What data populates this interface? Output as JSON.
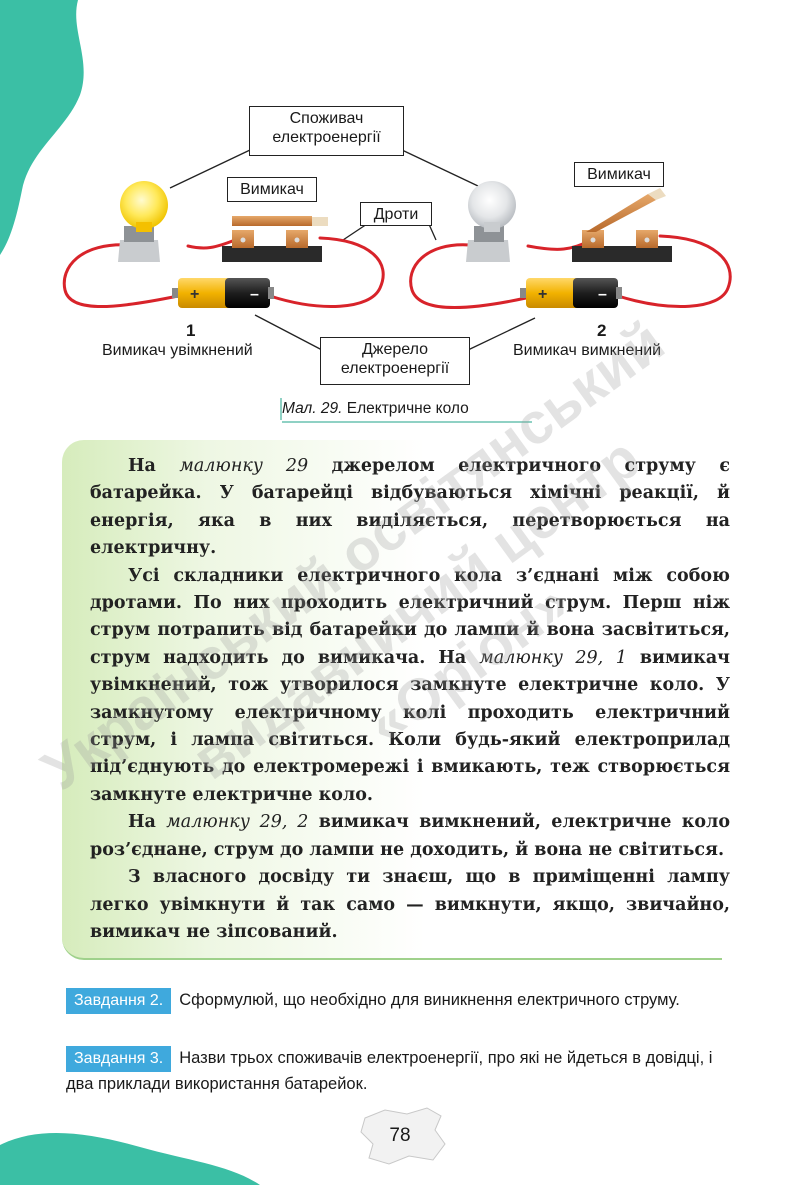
{
  "figure": {
    "labels": {
      "consumer": "Споживач\nелектроенергії",
      "switch_left": "Вимикач",
      "switch_right": "Вимикач",
      "wires": "Дроти",
      "source": "Джерело\nелектроенергії"
    },
    "circuit1": {
      "number": "1",
      "caption": "Вимикач увімкнений"
    },
    "circuit2": {
      "number": "2",
      "caption": "Вимикач вимкнений"
    },
    "battery_plus": "+",
    "battery_minus": "–",
    "caption_italic": "Мал. 29.",
    "caption_text": " Електричне коло"
  },
  "body": {
    "p1": {
      "a": "На ",
      "ref": "малюнку 29",
      "b": " джерелом електричного струму є батарейка. У батарейці відбуваються хімічні реакції, й енергія, яка в них виділяється, перетворюється на електричну."
    },
    "p2": {
      "a": "Усі складники електричного кола з’єднані між собою дротами. По них проходить електричний струм. Перш ніж струм потрапить від батарейки до лампи й вона засвітиться, струм надходить до вимикача. На ",
      "ref": "малюнку 29, 1",
      "b": " вимикач увімкнений, тож утворилося замкнуте електричне коло. У замкнутому електричному колі проходить електричний струм, і лампа світиться. Коли будь-який електроприлад під’єднують до електромережі і вмикають, теж створюється замкнуте електричне коло."
    },
    "p3": {
      "a": "На ",
      "ref": "малюнку 29, 2",
      "b": " вимикач вимкнений, електричне коло роз’єднане, струм до лампи не доходить, й вона не світиться."
    },
    "p4": {
      "a": "З власного досвіду ти знаєш, що в приміщенні лампу легко увімкнути й так само — вимкнути, якщо, звичайно, вимикач не зіпсований."
    }
  },
  "tasks": [
    {
      "tag": "Завдання 2.",
      "text": "Сформулюй, що необхідно для виникнення електричного струму."
    },
    {
      "tag": "Завдання 3.",
      "text": "Назви трьох споживачів електроенергії, про які не йдеться в довідці, і два приклади використання батарейок."
    }
  ],
  "watermark": {
    "line1": "Український освітянський",
    "line2": "видавничий центр",
    "line3": "«Оріон»"
  },
  "page_number": "78",
  "colors": {
    "accent_teal": "#3bbfa5",
    "task_blue": "#3fa9dd",
    "panel_green": "#d6ecbc",
    "wire_red": "#d8232a"
  }
}
